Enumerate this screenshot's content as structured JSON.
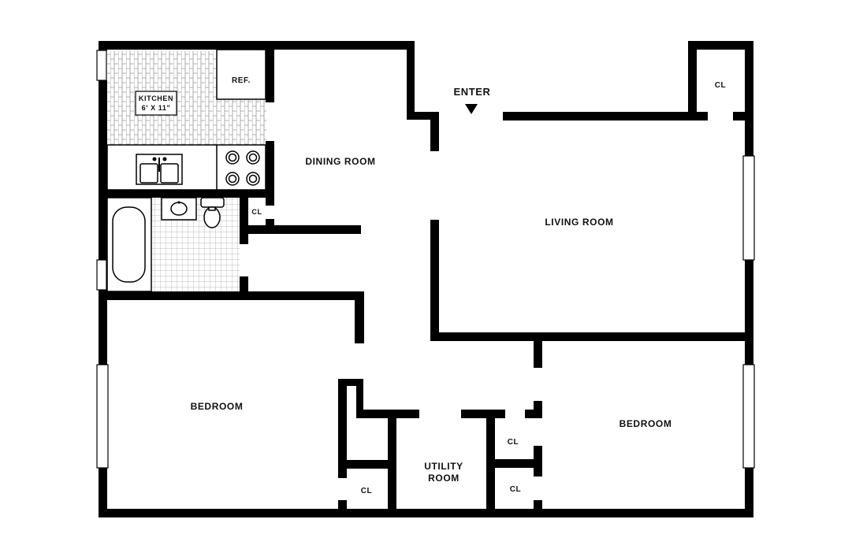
{
  "plan": {
    "entry_label": "ENTER",
    "rooms": {
      "kitchen": "KITCHEN",
      "kitchen_size": "6' X 11\"",
      "refrigerator": "REF.",
      "dining_room": "DINING ROOM",
      "living_room": "LIVING ROOM",
      "bedroom_left": "BEDROOM",
      "bedroom_right": "BEDROOM",
      "utility_line1": "UTILITY",
      "utility_line2": "ROOM",
      "closet_living": "CL",
      "closet_bath": "CL",
      "closet_utility_left": "CL",
      "closet_right_top": "CL",
      "closet_right_bottom": "CL"
    },
    "icons": {
      "entry": "triangle-down",
      "stove": "four-burner-range",
      "sink": "double-kitchen-sink",
      "bathtub": "bathtub",
      "toilet": "toilet",
      "lavatory": "bathroom-sink"
    }
  }
}
